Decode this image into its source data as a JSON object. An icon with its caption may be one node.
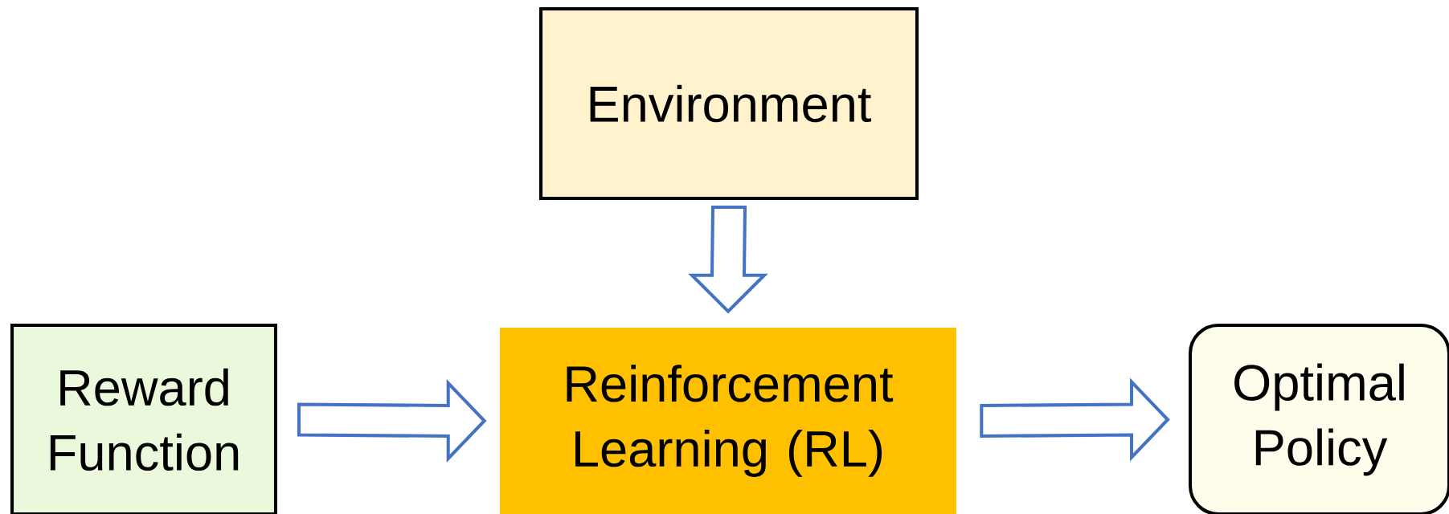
{
  "diagram": {
    "nodes": [
      {
        "text": [
          "Environment"
        ]
      },
      {
        "text": [
          "Reward Function"
        ]
      },
      {
        "text": [
          "Reinforcement Learning (RL)"
        ]
      },
      {
        "text": [
          "Optimal Policy"
        ]
      }
    ],
    "edges": [
      {
        "from": 0,
        "to": 2,
        "arrow": "to"
      },
      {
        "from": 1,
        "to": 2,
        "arrow": "to"
      },
      {
        "from": 2,
        "to": 3,
        "arrow": "to"
      }
    ]
  }
}
